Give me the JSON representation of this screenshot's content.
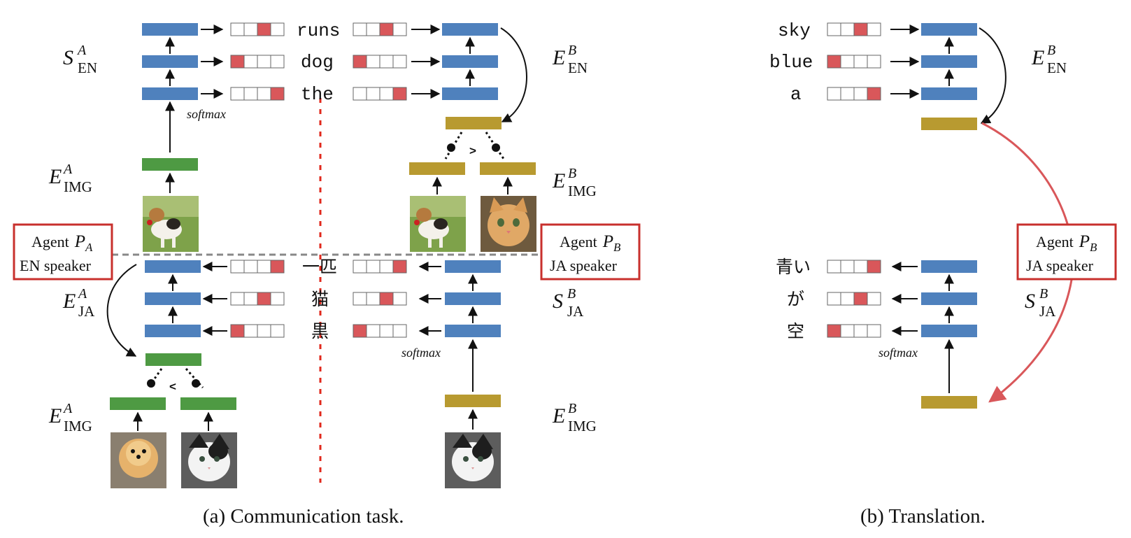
{
  "colors": {
    "blue": "#4f81bd",
    "green": "#4e9a43",
    "gold": "#b89a30",
    "onehot_red": "#d9575a",
    "agent_border": "#c8302d",
    "divider": "#e0281c",
    "translation_arrow": "#d9575a"
  },
  "panel_a": {
    "caption": "(a) Communication task.",
    "en_words": [
      "runs",
      "dog",
      "the"
    ],
    "ja_words": [
      "一匹",
      "猫",
      "黒"
    ],
    "softmax_label": "softmax",
    "comparators": [
      ">",
      "<"
    ],
    "agent_a": {
      "agent_word": "Agent",
      "p_letter": "P",
      "p_sub": "A",
      "language": "EN speaker"
    },
    "agent_b": {
      "agent_word": "Agent",
      "p_letter": "P",
      "p_sub": "B",
      "language": "JA speaker"
    },
    "labels": {
      "s_en_a": {
        "main": "S",
        "sup": "A",
        "sub": "EN"
      },
      "e_img_a_top": {
        "main": "E",
        "sup": "A",
        "sub": "IMG"
      },
      "e_ja_a": {
        "main": "E",
        "sup": "A",
        "sub": "JA"
      },
      "e_img_a_bottom": {
        "main": "E",
        "sup": "A",
        "sub": "IMG"
      },
      "e_en_b": {
        "main": "E",
        "sup": "B",
        "sub": "EN"
      },
      "e_img_b_top": {
        "main": "E",
        "sup": "B",
        "sub": "IMG"
      },
      "s_ja_b": {
        "main": "S",
        "sup": "B",
        "sub": "JA"
      },
      "e_img_b_bottom": {
        "main": "E",
        "sup": "B",
        "sub": "IMG"
      }
    },
    "images": [
      "dog-photo",
      "dog-photo",
      "cat-photo",
      "pomeranian-photo",
      "black-white-cat-photo",
      "black-white-cat-photo"
    ]
  },
  "panel_b": {
    "caption": "(b) Translation.",
    "en_words": [
      "sky",
      "blue",
      "a"
    ],
    "ja_words": [
      "青い",
      "が",
      "空"
    ],
    "softmax_label": "softmax",
    "agent": {
      "agent_word": "Agent",
      "p_letter": "P",
      "p_sub": "B",
      "language": "JA speaker"
    },
    "labels": {
      "e_en_b": {
        "main": "E",
        "sup": "B",
        "sub": "EN"
      },
      "s_ja_b": {
        "main": "S",
        "sup": "B",
        "sub": "JA"
      }
    }
  },
  "onehot": {
    "a_en_left": [
      2,
      0,
      3
    ],
    "a_en_right": [
      2,
      0,
      3
    ],
    "a_ja_left": [
      3,
      2,
      0
    ],
    "a_ja_right": [
      3,
      2,
      0
    ],
    "b_en": [
      2,
      0,
      3
    ],
    "b_ja": [
      3,
      2,
      0
    ]
  }
}
